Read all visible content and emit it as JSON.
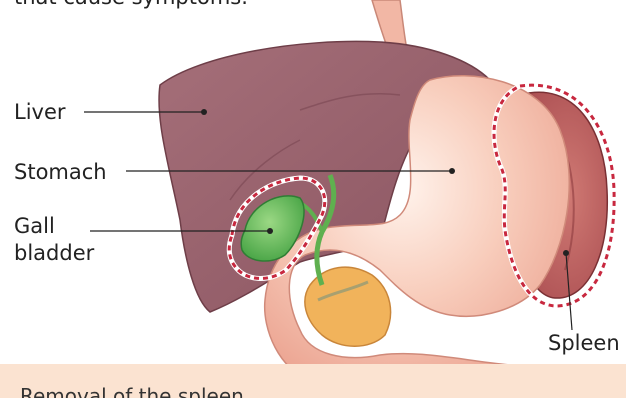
{
  "intro_fragment": "that cause symptoms.",
  "labels": {
    "liver": "Liver",
    "stomach": "Stomach",
    "gall_bladder_line1": "Gall",
    "gall_bladder_line2": "bladder",
    "spleen": "Spleen"
  },
  "caption": "Removal of the spleen",
  "colors": {
    "liver": "#9a6470",
    "stomach": "#f4c6b4",
    "spleen": "#b95a5a",
    "gall_bladder": "#7cc66a",
    "pancreas": "#f1b35b",
    "highlight_outline": "#c8283f",
    "caption_bg": "#fbe3d1"
  }
}
